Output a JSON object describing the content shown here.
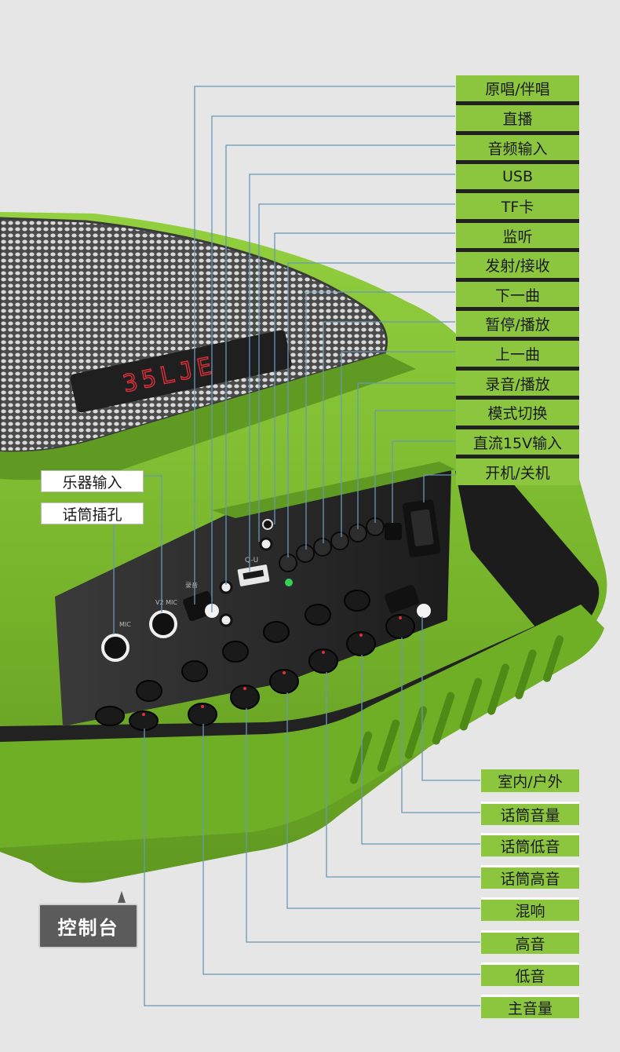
{
  "callouts_top": [
    {
      "id": "original-accompany",
      "label": "原唱/伴唱"
    },
    {
      "id": "live",
      "label": "直播"
    },
    {
      "id": "audio-input",
      "label": "音频输入"
    },
    {
      "id": "usb",
      "label": "USB"
    },
    {
      "id": "tf-card",
      "label": "TF卡"
    },
    {
      "id": "monitor",
      "label": "监听"
    },
    {
      "id": "transmit-receive",
      "label": "发射/接收"
    },
    {
      "id": "next-track",
      "label": "下一曲"
    },
    {
      "id": "pause-play",
      "label": "暂停/播放"
    },
    {
      "id": "prev-track",
      "label": "上一曲"
    },
    {
      "id": "record-play",
      "label": "录音/播放"
    },
    {
      "id": "mode-switch",
      "label": "模式切换"
    },
    {
      "id": "dc-15v-input",
      "label": "直流15V输入"
    },
    {
      "id": "power-on-off",
      "label": "开机/关机"
    }
  ],
  "callouts_left": [
    {
      "id": "instrument-input",
      "label": "乐器输入"
    },
    {
      "id": "mic-jack",
      "label": "话筒插孔"
    }
  ],
  "callouts_bottom": [
    {
      "id": "indoor-outdoor",
      "label": "室内/户外"
    },
    {
      "id": "mic-volume",
      "label": "话筒音量"
    },
    {
      "id": "mic-bass",
      "label": "话筒低音"
    },
    {
      "id": "mic-treble",
      "label": "话筒高音"
    },
    {
      "id": "reverb",
      "label": "混响"
    },
    {
      "id": "treble",
      "label": "高音"
    },
    {
      "id": "bass",
      "label": "低音"
    },
    {
      "id": "master-volume",
      "label": "主音量"
    }
  ],
  "console_title": "控制台",
  "display_readout": "35LJE",
  "panel_print_labels": [
    "Q-U",
    "录音",
    "V2 MIC",
    "MIC"
  ],
  "colors": {
    "background": "#e6e6e6",
    "body_green": "#7bbf2e",
    "label_green": "#8cc63f",
    "leader_line": "#6b97b4",
    "panel_dark": "#2a2a2a",
    "title_box": "#5b5b5b",
    "display_red": "#e0303a"
  }
}
